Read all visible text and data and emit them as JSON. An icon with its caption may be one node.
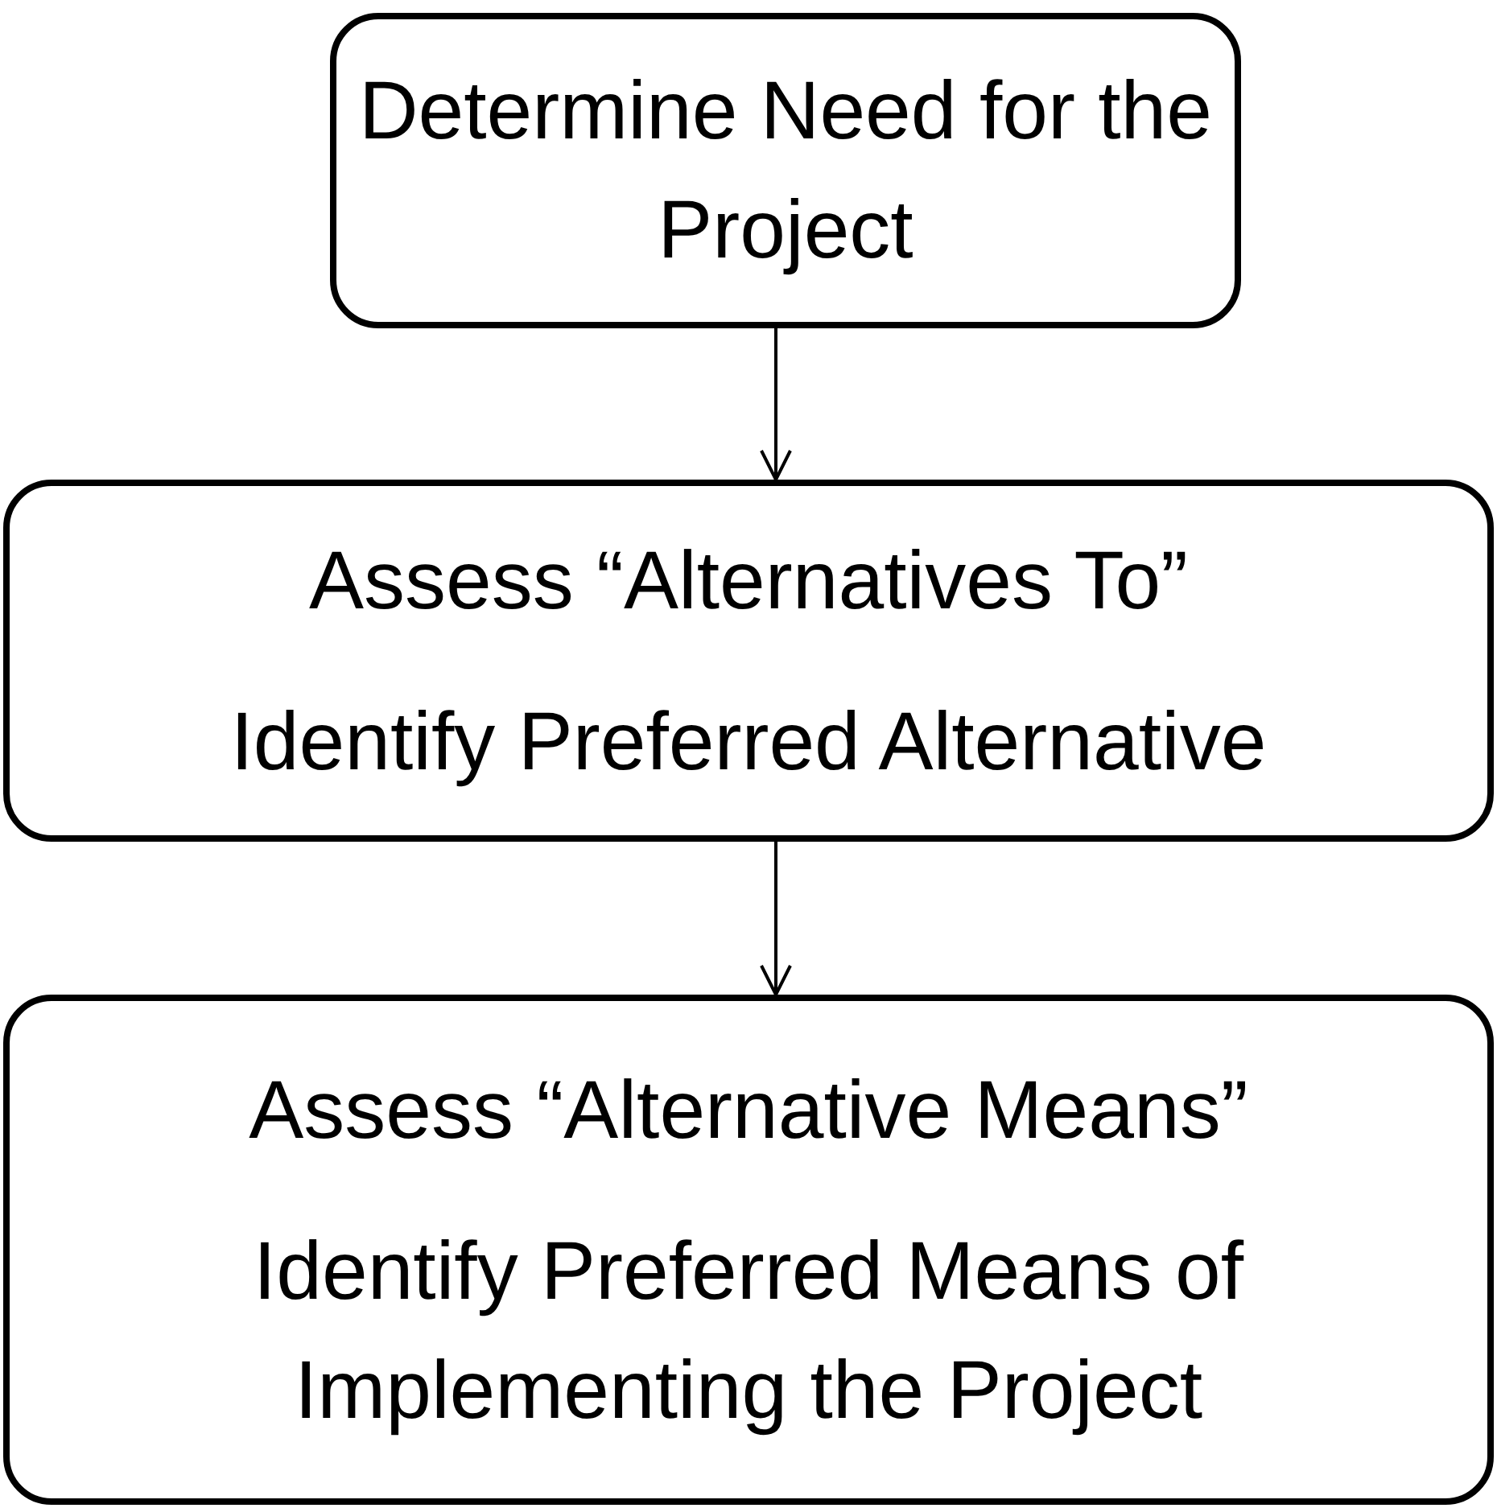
{
  "diagram": {
    "nodes": [
      {
        "text": [
          "Determine Need for the Project"
        ]
      },
      {
        "text": [
          "Assess “Alternatives To”",
          "Identify Preferred Alternative"
        ]
      },
      {
        "text": [
          "Assess “Alternative Means”",
          "Identify Preferred Means of Implementing the Project"
        ]
      }
    ],
    "edges": [
      {
        "from": 0,
        "to": 1,
        "arrow": "to"
      },
      {
        "from": 1,
        "to": 2,
        "arrow": "to"
      }
    ]
  }
}
